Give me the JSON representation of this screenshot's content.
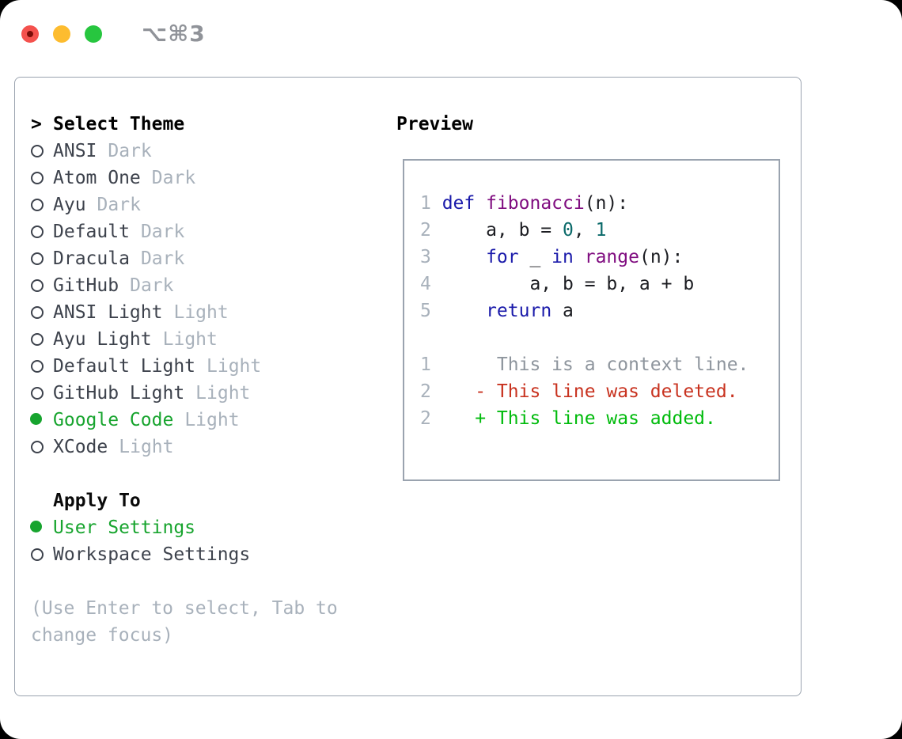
{
  "titlebar": {
    "title": "⌥⌘3"
  },
  "panel": {
    "header_prefix": ">",
    "header_label": "Select Theme",
    "themes": [
      {
        "name": "ANSI",
        "variant": "Dark",
        "selected": false
      },
      {
        "name": "Atom One",
        "variant": "Dark",
        "selected": false
      },
      {
        "name": "Ayu",
        "variant": "Dark",
        "selected": false
      },
      {
        "name": "Default",
        "variant": "Dark",
        "selected": false
      },
      {
        "name": "Dracula",
        "variant": "Dark",
        "selected": false
      },
      {
        "name": "GitHub",
        "variant": "Dark",
        "selected": false
      },
      {
        "name": "ANSI Light",
        "variant": "Light",
        "selected": false
      },
      {
        "name": "Ayu Light",
        "variant": "Light",
        "selected": false
      },
      {
        "name": "Default Light",
        "variant": "Light",
        "selected": false
      },
      {
        "name": "GitHub Light",
        "variant": "Light",
        "selected": false
      },
      {
        "name": "Google Code",
        "variant": "Light",
        "selected": true
      },
      {
        "name": "XCode",
        "variant": "Light",
        "selected": false
      }
    ],
    "apply_to_label": "Apply To",
    "apply_options": [
      {
        "name": "User Settings",
        "selected": true
      },
      {
        "name": "Workspace Settings",
        "selected": false
      }
    ],
    "hint_lines": [
      "(Use Enter to select, Tab to",
      "change focus)"
    ]
  },
  "preview": {
    "label": "Preview",
    "code_lines": [
      {
        "num": "1",
        "tokens": [
          {
            "c": "kw",
            "t": "def"
          },
          {
            "c": "pl",
            "t": " "
          },
          {
            "c": "fn",
            "t": "fibonacci"
          },
          {
            "c": "pl",
            "t": "(n):"
          }
        ]
      },
      {
        "num": "2",
        "tokens": [
          {
            "c": "pl",
            "t": "    a, b = "
          },
          {
            "c": "nm",
            "t": "0"
          },
          {
            "c": "pl",
            "t": ", "
          },
          {
            "c": "nm",
            "t": "1"
          }
        ]
      },
      {
        "num": "3",
        "tokens": [
          {
            "c": "pl",
            "t": "    "
          },
          {
            "c": "kw",
            "t": "for"
          },
          {
            "c": "pl",
            "t": " _ "
          },
          {
            "c": "kw",
            "t": "in"
          },
          {
            "c": "pl",
            "t": " "
          },
          {
            "c": "fn",
            "t": "range"
          },
          {
            "c": "pl",
            "t": "(n):"
          }
        ]
      },
      {
        "num": "4",
        "tokens": [
          {
            "c": "pl",
            "t": "        a, b = b, a + b"
          }
        ]
      },
      {
        "num": "5",
        "tokens": [
          {
            "c": "pl",
            "t": "    "
          },
          {
            "c": "kw",
            "t": "return"
          },
          {
            "c": "pl",
            "t": " a"
          }
        ]
      }
    ],
    "diff_lines": [
      {
        "num": "1",
        "kind": "ctx",
        "text": "     This is a context line."
      },
      {
        "num": "2",
        "kind": "del",
        "text": "   - This line was deleted."
      },
      {
        "num": "2",
        "kind": "add",
        "text": "   + This line was added."
      }
    ]
  },
  "colors": {
    "accent_green": "#17a42e",
    "diff_add": "#00bb0c",
    "diff_del": "#c8321f",
    "kw": "#1a1aaa",
    "fn": "#800d80",
    "nm": "#0b6a6a",
    "pl": "#1c1d22",
    "gutter": "#a8b1bb",
    "ctx": "#8e959d",
    "muted": "#a8b1bb",
    "item": "#3d424c",
    "border": "#9aa3af",
    "title": "#909399",
    "light_red": "#f4514d",
    "light_yellow": "#fdbc2f",
    "light_green": "#27c63f"
  }
}
